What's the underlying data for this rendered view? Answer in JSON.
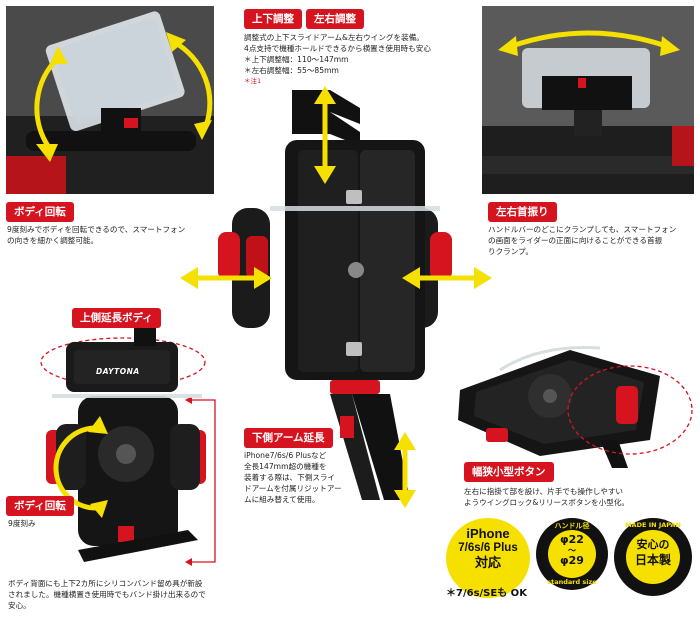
{
  "labels": {
    "updown_adjust": "上下調整",
    "leftright_adjust": "左右調整",
    "body_rotate": "ボディ回転",
    "swivel": "左右首振り",
    "upper_ext_body": "上側延長ボディ",
    "lower_arm_ext": "下側アーム延長",
    "body_rotate_2": "ボディ回転",
    "slim_button": "幅狭小型ボタン"
  },
  "adjust_text": {
    "line1": "調整式の上下スライドアーム&左右ウイングを装備。",
    "line2": "4点支持で機種ホールドできるから横置き使用時も安心",
    "line3": "＊上下調整幅：110～147mm",
    "line4": "＊左右調整幅：55～85mm",
    "note": "＊注1"
  },
  "rotate_text": {
    "line1": "9度刻みでボディを回転できるので、スマートフォン",
    "line2": "の向きを細かく調整可能。"
  },
  "swivel_text": {
    "line1": "ハンドルバーのどこにクランプしても、スマートフォン",
    "line2": "の画面をライダーの正面に向けることができる首振",
    "line3": "りクランプ。"
  },
  "lower_arm_text": {
    "line1": "iPhone7/6s/6 Plusなど",
    "line2": "全長147mm超の機種を",
    "line3": "装着する際は、下側スライ",
    "line4": "ドアームを付属リジットアー",
    "line5": "ムに組み替えて使用。"
  },
  "nine_deg": "9度刻み",
  "back_text": {
    "line1": "ボディ背面にも上下2カ所にシリコンバンド留め具が新設",
    "line2": "されました。機種横置き使用時でもバンド掛け出来るので",
    "line3": "安心。"
  },
  "button_text": {
    "line1": "左右に指掛て部を設け、片手でも操作しやすい",
    "line2": "ようウイングロック&リリースボタンを小型化。"
  },
  "brand_logo": "DAYTONA",
  "iphone_badge": {
    "line1": "iPhone",
    "line2": "7/6s/6 Plus",
    "line3": "対応",
    "note": "＊7/6s/SEも OK"
  },
  "handle_badge": {
    "arc_top": "ハンドル径",
    "d1": "φ22",
    "tilde": "～",
    "d2": "φ29",
    "arc_bottom": "standard size"
  },
  "japan_badge": {
    "ring": "MADE IN JAPAN",
    "main1": "安心の",
    "main2": "日本製"
  },
  "colors": {
    "red": "#d6141f",
    "yellow": "#f6e000",
    "black": "#111111"
  }
}
